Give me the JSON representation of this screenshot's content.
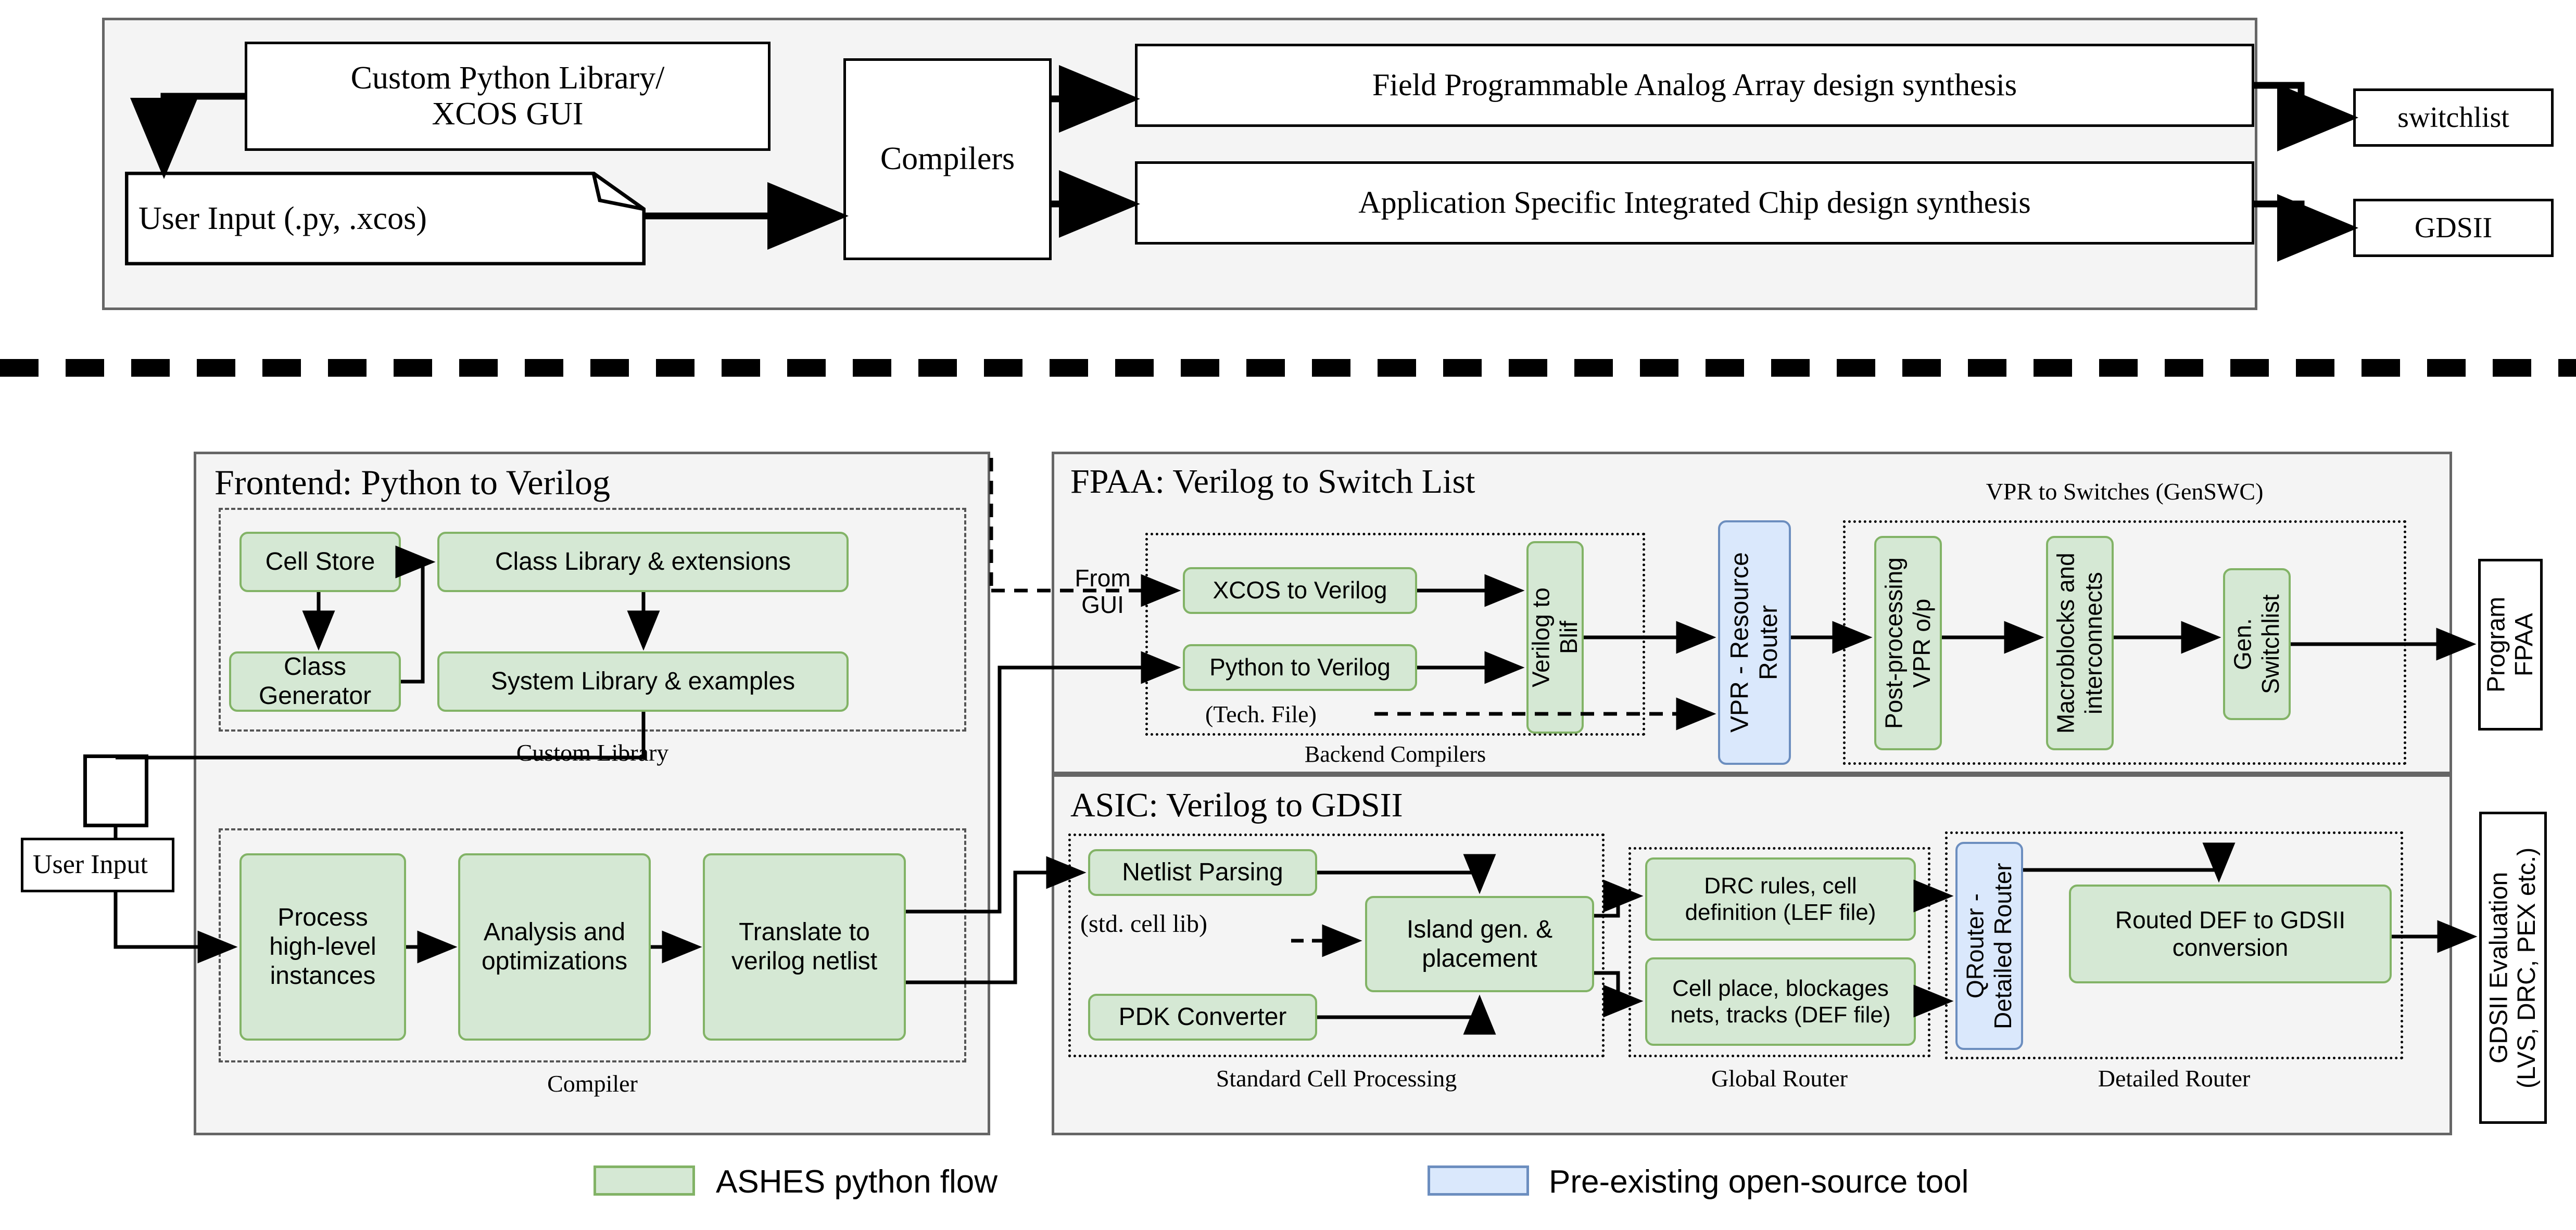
{
  "top_diagram": {
    "boxes": {
      "custom_python_library": "Custom Python Library/\nXCOS GUI",
      "custom_python_library_l1": "Custom Python Library/",
      "custom_python_library_l2": "XCOS GUI",
      "user_input": "User Input (.py, .xcos)",
      "compilers": "Compilers",
      "fpaa_synthesis": "Field Programmable Analog Array design synthesis",
      "asic_synthesis": "Application Specific Integrated Chip design synthesis",
      "switchlist": "switchlist",
      "gdsii": "GDSII"
    }
  },
  "bottom_diagram": {
    "frontend": {
      "title": "Frontend: Python to Verilog",
      "custom_library": {
        "label": "Custom Library",
        "blocks": [
          "Cell Store",
          "Class Library & extensions",
          "Class Generator",
          "System Library & examples"
        ]
      },
      "compiler": {
        "label": "Compiler",
        "blocks": [
          "Process\nhigh-level\ninstances",
          "Analysis and\noptimizations",
          "Translate to\nverilog netlist"
        ],
        "blocks_lines": [
          [
            "Process",
            "high-level",
            "instances"
          ],
          [
            "Analysis and",
            "optimizations"
          ],
          [
            "Translate to",
            "verilog netlist"
          ]
        ]
      }
    },
    "user_input": "User Input",
    "fpaa": {
      "title": "FPAA: Verilog to Switch List",
      "from_gui": "From\nGUI",
      "from_gui_lines": [
        "From",
        "GUI"
      ],
      "backend_compilers": {
        "label": "Backend Compilers",
        "blocks": [
          "XCOS to Verilog",
          "Python to Verilog"
        ],
        "tech_file": "(Tech. File)",
        "verilog_to_blif": "Verilog to\nBlif",
        "verilog_to_blif_lines": [
          "Verilog to",
          "Blif"
        ]
      },
      "vpr_resource_router": "VPR - Resource\nRouter",
      "vpr_resource_router_lines": [
        "VPR - Resource",
        "Router"
      ],
      "genswc": {
        "label": "VPR to Switches (GenSWC)",
        "blocks": [
          "Post-processing\nVPR o/p",
          "Macroblocks and\ninterconnects",
          "Gen.\nSwitchlist"
        ],
        "blocks_lines": [
          [
            "Post-processing",
            "VPR o/p"
          ],
          [
            "Macroblocks and",
            "interconnects"
          ],
          [
            "Gen.",
            "Switchlist"
          ]
        ]
      },
      "output": "Program\nFPAA",
      "output_lines": [
        "Program",
        "FPAA"
      ]
    },
    "asic": {
      "title": "ASIC: Verilog to GDSII",
      "standard_cell_processing": {
        "label": "Standard Cell Processing",
        "blocks": [
          "Netlist Parsing",
          "PDK Converter",
          "Island gen. &\nplacement"
        ],
        "island_lines": [
          "Island gen. &",
          "placement"
        ],
        "std_cell_lib": "(std. cell lib)"
      },
      "global_router": {
        "label": "Global Router",
        "blocks": [
          "DRC rules, cell\ndefinition (LEF file)",
          "Cell place, blockages\nnets, tracks (DEF file)"
        ],
        "blocks_lines": [
          [
            "DRC rules, cell",
            "definition (LEF file)"
          ],
          [
            "Cell place, blockages",
            "nets, tracks (DEF file)"
          ]
        ]
      },
      "detailed_router": {
        "label": "Detailed Router",
        "qrouter": "QRouter -\nDetailed Router",
        "qrouter_lines": [
          "QRouter -",
          "Detailed Router"
        ],
        "routed_def": "Routed DEF to GDSII\nconversion",
        "routed_def_lines": [
          "Routed DEF to GDSII",
          "conversion"
        ]
      },
      "output": "GDSII Evaluation\n(LVS, DRC, PEX etc.)",
      "output_lines": [
        "GDSII Evaluation",
        "(LVS, DRC, PEX etc.)"
      ]
    }
  },
  "legend": {
    "items": [
      {
        "label": "ASHES python flow",
        "color": "#d5e8d4",
        "border": "#82b366"
      },
      {
        "label": "Pre-existing open-source tool",
        "color": "#dae8fc",
        "border": "#6c8ebf"
      }
    ]
  },
  "colors": {
    "ashes_green_fill": "#d5e8d4",
    "ashes_green_border": "#82b366",
    "tool_blue_fill": "#dae8fc",
    "tool_blue_border": "#6c8ebf",
    "panel_bg": "#f4f4f4",
    "panel_border": "#666666",
    "line": "#000000"
  }
}
